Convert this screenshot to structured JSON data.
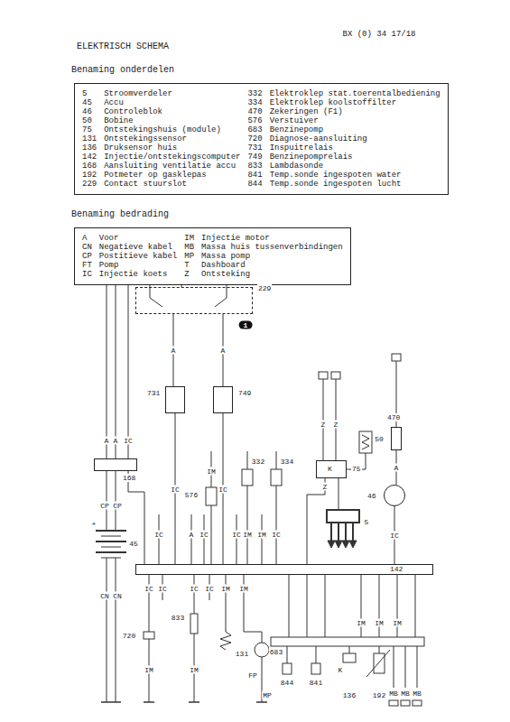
{
  "diagram": {
    "title": "ELEKTRISCH SCHEMA",
    "nodes": [
      {
        "text": [
          "Benaming onderdelen",
          "5",
          "Stroomverdeler",
          "332",
          "Elektroklep stat.toerentalbediening",
          "45",
          "Accu",
          "334",
          "Elektroklep koolstoffilter",
          "46",
          "Controleblok",
          "470",
          "Zekeringen (F1)",
          "50",
          "Bobine",
          "576",
          "Verstuiver",
          "75",
          "Ontstekingshuis (module)",
          "683",
          "Benzinepomp",
          "131",
          "Ontstekingssensor",
          "720",
          "Diagnose-aansluiting",
          "136",
          "Druksensor huis",
          "731",
          "Inspuitrelais",
          "142",
          "Injectie/ontstekingscomputer",
          "749",
          "Benzinepomprelais",
          "168",
          "Aansluiting ventilatie accu",
          "833",
          "Lambdasonde",
          "192",
          "Potmeter op gasklepas",
          "841",
          "Temp.sonde ingespoten water",
          "229",
          "Contact stuurslot",
          "844",
          "Temp.sonde ingespoten lucht"
        ]
      },
      {
        "text": [
          "Benaming bedrading",
          "A",
          "Voor",
          "IM",
          "Injectie motor",
          "CN",
          "Negatieve kabel",
          "MB",
          "Massa huis tussenverbindingen",
          "CP",
          "Postitieve kabel",
          "MP",
          "Massa pomp",
          "FT",
          "Pomp",
          "T",
          "Dashboard",
          "IC",
          "Injectie koets",
          "Z",
          "Ontsteking"
        ]
      },
      {
        "text": [
          "229"
        ]
      },
      {
        "text": [
          "731"
        ]
      },
      {
        "text": [
          "749"
        ]
      },
      {
        "text": [
          "168"
        ]
      },
      {
        "text": [
          "142"
        ]
      },
      {
        "text": [
          "K",
          "75"
        ]
      },
      {
        "text": [
          "470"
        ]
      },
      {
        "text": [
          "46"
        ]
      }
    ],
    "edges": [
      {
        "from": 2,
        "to": 3,
        "arrow": "none",
        "label": "A"
      },
      {
        "from": 2,
        "to": 4,
        "arrow": "none",
        "label": "A"
      },
      {
        "from": 3,
        "to": 6,
        "arrow": "none",
        "label": "IC"
      },
      {
        "from": 4,
        "to": 6,
        "arrow": "none",
        "label": "IC"
      },
      {
        "from": 5,
        "to": 6,
        "arrow": "none"
      },
      {
        "from": 7,
        "to": 6,
        "arrow": "none",
        "label": "Z"
      },
      {
        "from": 8,
        "to": 9,
        "arrow": "none",
        "label": "A"
      },
      {
        "from": 9,
        "to": 6,
        "arrow": "none",
        "label": "IC"
      }
    ],
    "labels": [
      "BX (0) 34 17/18",
      "1",
      "A",
      "A",
      "IC",
      "CP",
      "CP",
      "+",
      "45",
      "CN",
      "CN",
      "576",
      "332",
      "334",
      "IM",
      "Z",
      "Z",
      "50",
      "5",
      "IC",
      "A",
      "IC",
      "IC",
      "IM",
      "IM",
      "IC",
      "IC",
      "IC",
      "IC",
      "IC",
      "IM",
      "IM",
      "720",
      "833",
      "131",
      "683",
      "FP",
      "MP",
      "IM",
      "IM",
      "844",
      "841",
      "IM",
      "IM",
      "IM",
      "K",
      "136",
      "192",
      "MB",
      "MB",
      "MB"
    ]
  }
}
